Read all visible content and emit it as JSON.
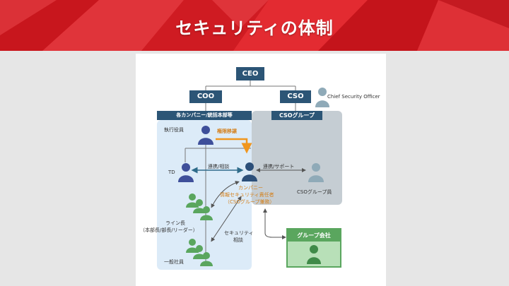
{
  "slide": {
    "title": "セキュリティの体制",
    "colors": {
      "header_red": "#d61f26",
      "navy": "#2c5576",
      "green": "#5aa65e",
      "orange": "#f0961e"
    }
  },
  "org": {
    "ceo": "CEO",
    "coo": "COO",
    "cso": "CSO",
    "cso_title": "Chief Security Officer",
    "company_box": "各カンパニー/統括本部等",
    "cso_group_box": "CSOグループ",
    "executive": "執行役員",
    "delegation": "権限移譲",
    "td": "TD",
    "collab_consult": "連携/相談",
    "collab_support": "連携/サポート",
    "company_officer": [
      "カンパニー",
      "情報セキュリティ責任者",
      "（CSOグループ兼務）"
    ],
    "cso_group_member": "CSOグループ員",
    "line_manager": [
      "ライン長",
      "（本部長/部長/リーダー）"
    ],
    "security_consult": [
      "セキュリティ",
      "相談"
    ],
    "group_company": "グループ会社",
    "general_employee": "一般社員"
  }
}
